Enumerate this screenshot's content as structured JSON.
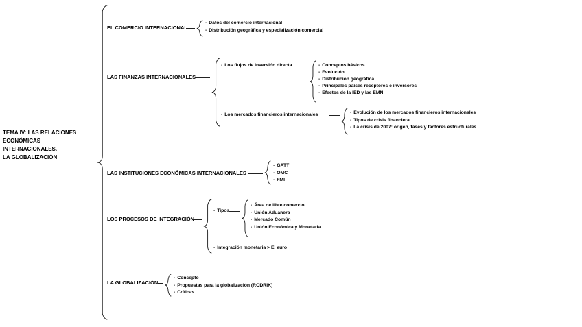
{
  "title": {
    "line1": "TEMA IV: LAS RELACIONES",
    "line2": "ECONÓMICAS",
    "line3": "INTERNACIONALES.",
    "line4": "LA GLOBALIZACIÓN"
  },
  "sections": {
    "comercio": {
      "label": "EL COMERCIO INTERNACIONAL",
      "items": [
        "Datos del comercio internacional",
        "Distribución geográfica y especialización comercial"
      ]
    },
    "finanzas": {
      "label": "LAS FINANZAS INTERNACIONALES",
      "flujos": {
        "label": "Los flujos de inversión directa",
        "items": [
          "Conceptos básicos",
          "Evolución",
          "Distribución geográfica",
          "Principales países receptores e inversores",
          "Efectos de la IED y las EMN"
        ]
      },
      "mercados": {
        "label": "Los mercados financieros internacionales",
        "items": [
          "Evolución de los mercados financieros internacionales",
          "Tipos de crisis financiera",
          "La crisis de 2007: origen, fases y factores estructurales"
        ]
      }
    },
    "instituciones": {
      "label": "LAS INSTITUCIONES ECONÓMICAS INTERNACIONALES",
      "items": [
        "GATT",
        "OMC",
        "FMI"
      ]
    },
    "integracion": {
      "label": "LOS PROCESOS DE INTEGRACIÓN",
      "tipos": {
        "label": "Tipos",
        "items": [
          "Área de libre comercio",
          "Unión Aduanera",
          "Mercado Común",
          "Unión Económica y Monetaria"
        ]
      },
      "euro": {
        "label": "Integración monetaria > El euro"
      }
    },
    "globalizacion": {
      "label": "LA GLOBALIZACIÓN",
      "items": [
        "Concepto",
        "Propuestas para la globalización (RODRIK)",
        "Críticas"
      ]
    }
  }
}
